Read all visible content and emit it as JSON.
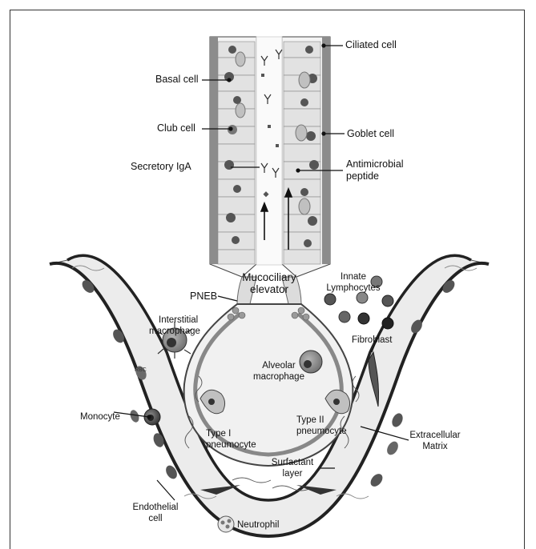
{
  "labels": {
    "ciliated_cell": "Ciliated cell",
    "basal_cell": "Basal cell",
    "club_cell": "Club cell",
    "goblet_cell": "Goblet cell",
    "secretory_iga": "Secretory IgA",
    "antimicrobial_peptide_1": "Antimicrobial",
    "antimicrobial_peptide_2": "peptide",
    "mucociliary_1": "Mucociliary",
    "mucociliary_2": "elevator",
    "pneb": "PNEB",
    "innate_lymph_1": "Innate",
    "innate_lymph_2": "Lymphocytes",
    "interstitial_1": "Interstitial",
    "interstitial_2": "macrophage",
    "fibroblast": "Fibroblast",
    "alveolar_1": "Alveolar",
    "alveolar_2": "macrophage",
    "rbc": "RBC",
    "monocyte": "Monocyte",
    "type2_1": "Type II",
    "type2_2": "pneumocyte",
    "type1_1": "Type I",
    "type1_2": "pneumocyte",
    "ecm_1": "Extracellular",
    "ecm_2": "Matrix",
    "surfactant_1": "Surfactant",
    "surfactant_2": "layer",
    "endothelial_1": "Endothelial",
    "endothelial_2": "cell",
    "neutrophil": "Neutrophil"
  }
}
